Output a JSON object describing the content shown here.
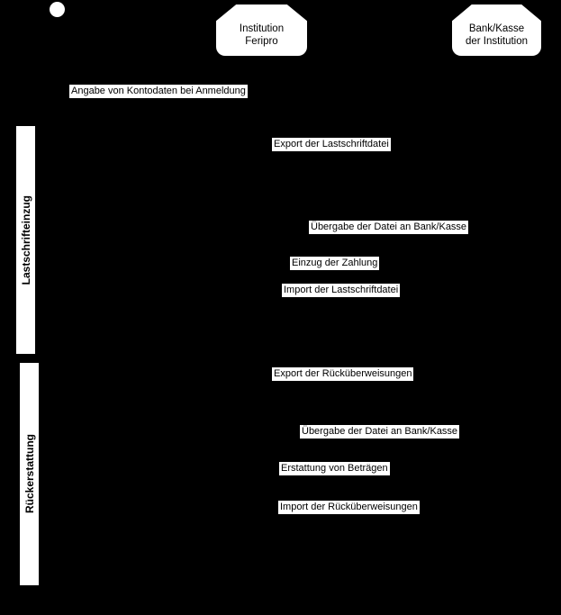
{
  "diagram": {
    "type": "sequence-diagram",
    "colors": {
      "background": "#000000",
      "shape_fill": "#ffffff",
      "shape_text": "#000000"
    },
    "start_node": "initial-state",
    "participants": [
      {
        "name": "Institution Feripro",
        "lines": [
          "Institution",
          "Feripro"
        ]
      },
      {
        "name": "Bank/Kasse der Institution",
        "lines": [
          "Bank/Kasse",
          "der Institution"
        ]
      }
    ],
    "groups": [
      {
        "label": "Lastschrifteinzug"
      },
      {
        "label": "Rückerstattung"
      }
    ],
    "messages": [
      {
        "text": "Angabe von Kontodaten bei Anmeldung",
        "group": null
      },
      {
        "text": "Export der Lastschriftdatei",
        "group": "Lastschrifteinzug"
      },
      {
        "text": "Übergabe der Datei an Bank/Kasse",
        "group": "Lastschrifteinzug"
      },
      {
        "text": "Einzug der Zahlung",
        "group": "Lastschrifteinzug"
      },
      {
        "text": "Import der Lastschriftdatei",
        "group": "Lastschrifteinzug"
      },
      {
        "text": "Export der Rücküberweisungen",
        "group": "Rückerstattung"
      },
      {
        "text": "Übergabe der Datei an Bank/Kasse",
        "group": "Rückerstattung"
      },
      {
        "text": "Erstattung von Beträgen",
        "group": "Rückerstattung"
      },
      {
        "text": "Import der Rücküberweisungen",
        "group": "Rückerstattung"
      }
    ]
  }
}
